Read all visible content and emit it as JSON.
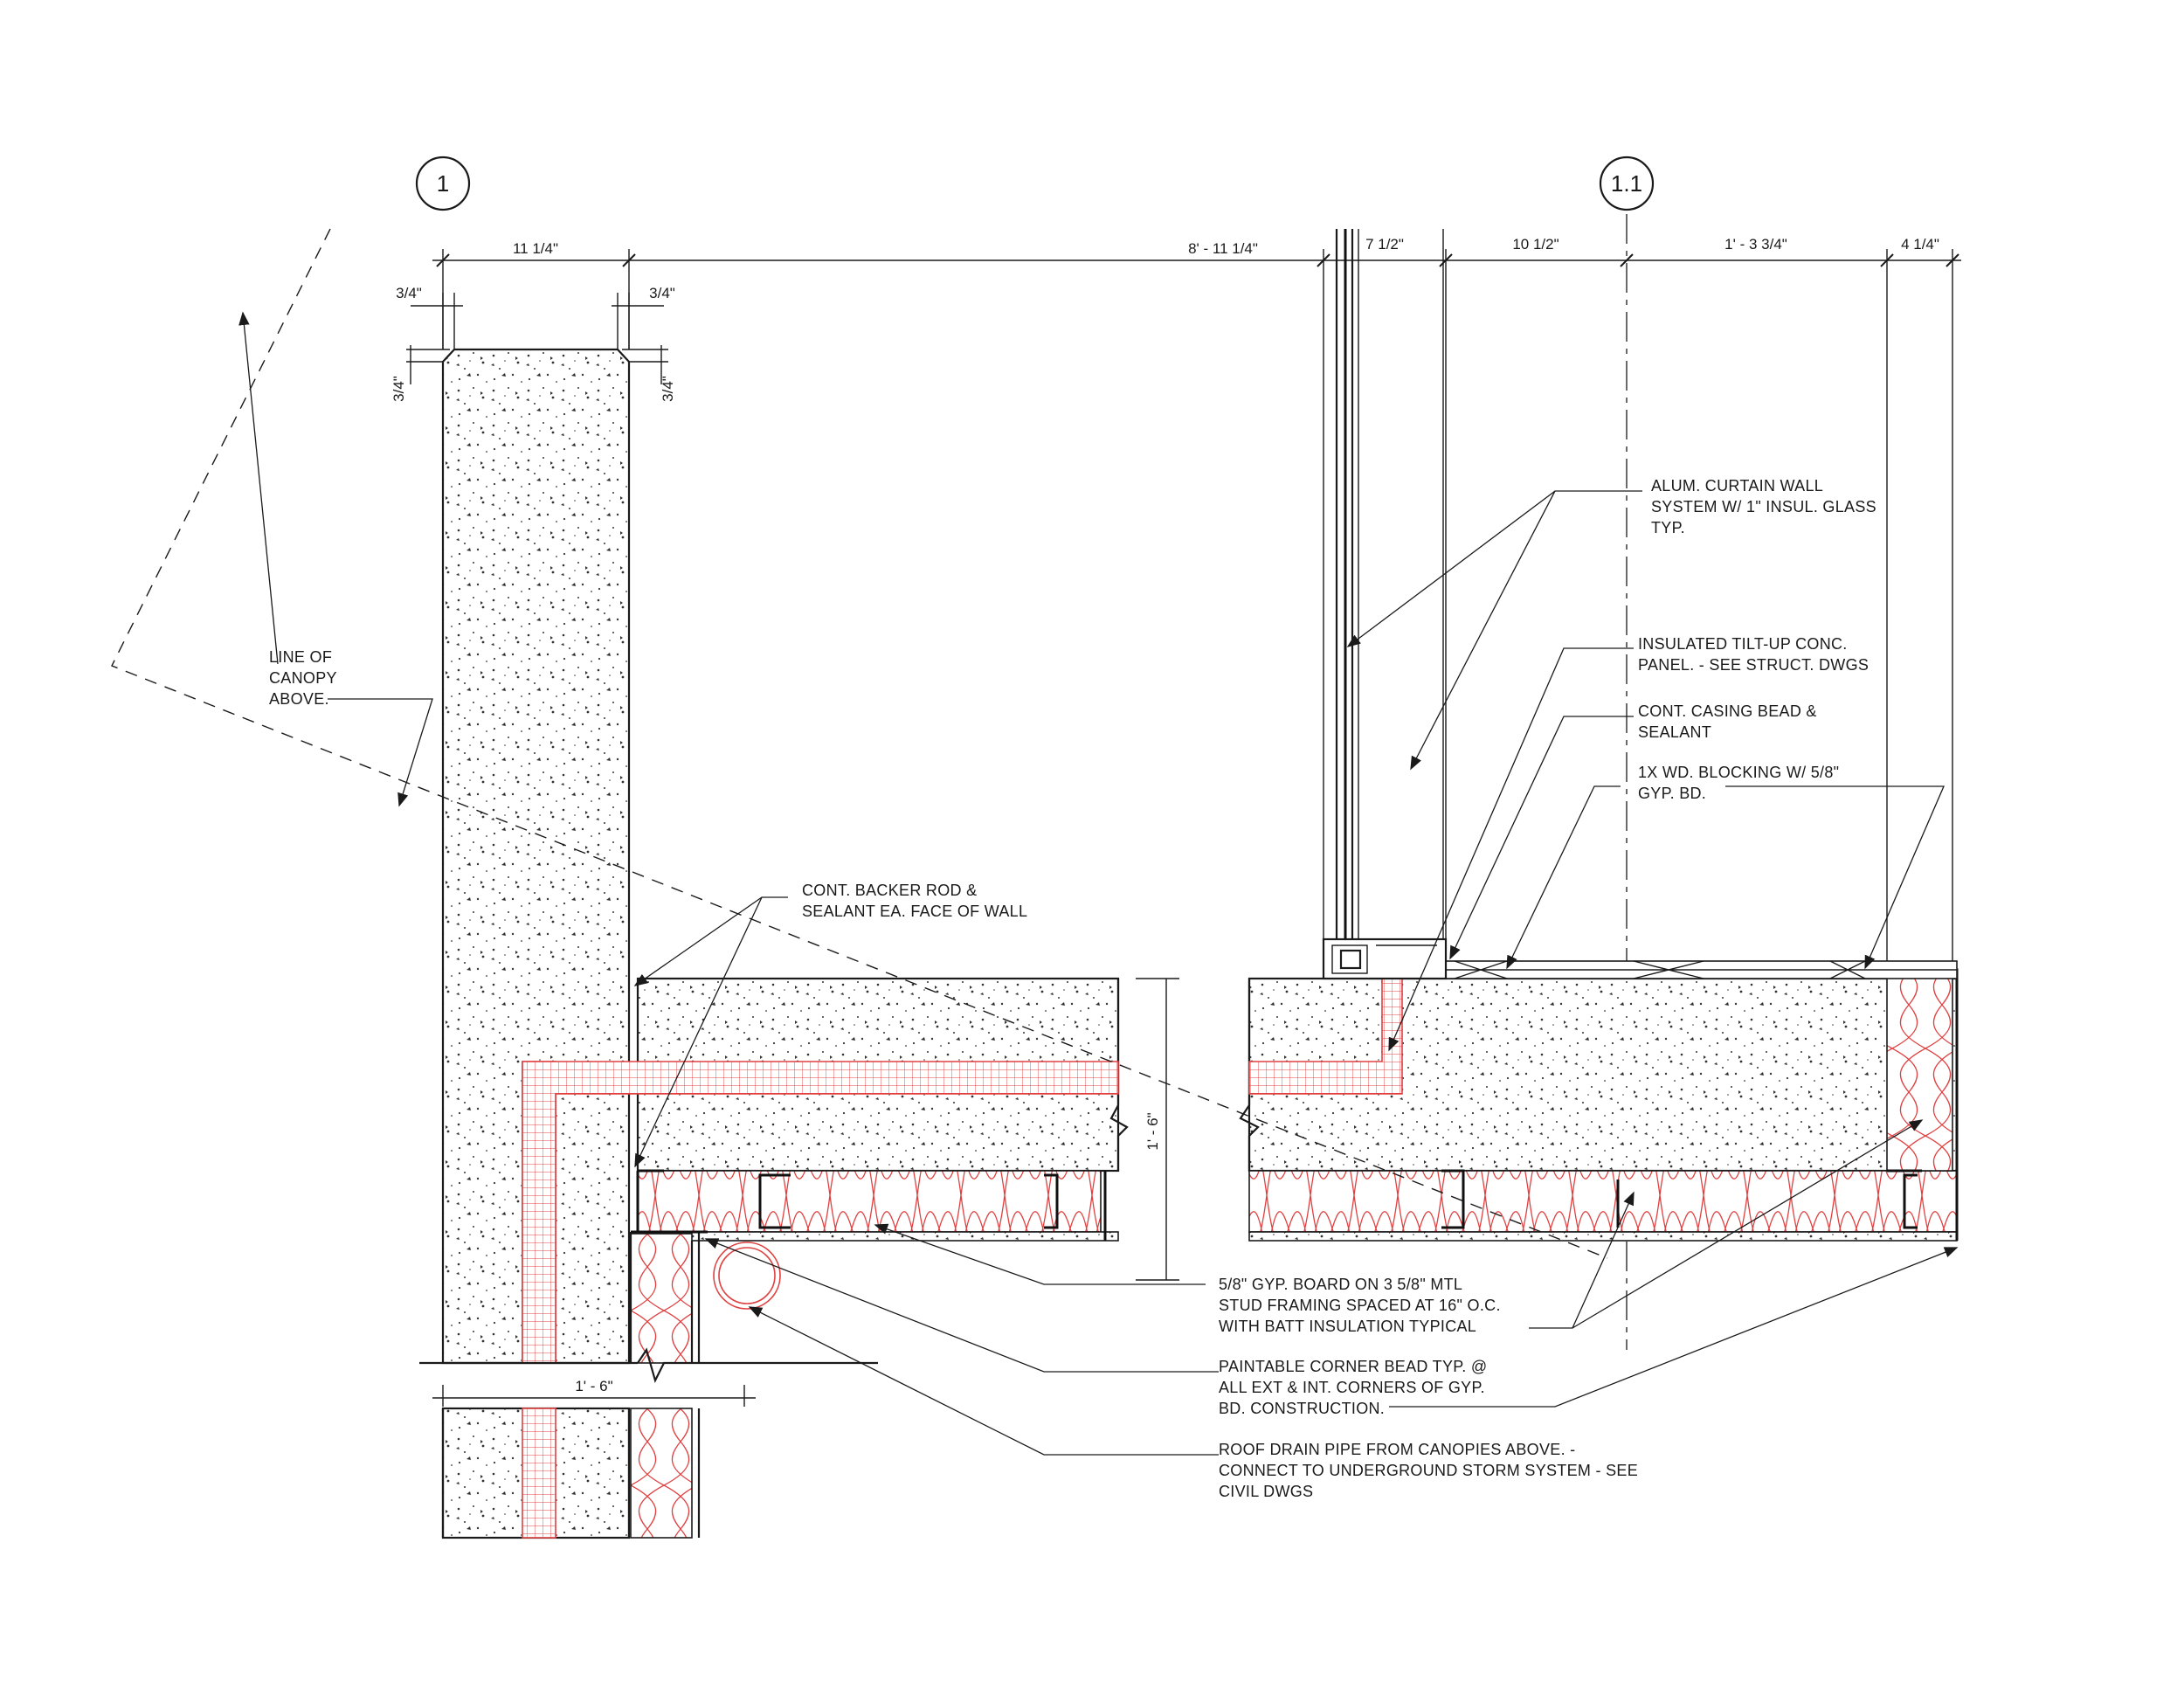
{
  "grid_tags": {
    "left": "1",
    "right": "1.1"
  },
  "dimensions": {
    "top_left_width": "11 1/4\"",
    "overall_span": "8' - 11 1/4\"",
    "cw_width": "7 1/2\"",
    "to_centerline": "10 1/2\"",
    "panel_segment": "1' - 3 3/4\"",
    "end_segment": "4 1/4\"",
    "chamfer_left_top": "3/4\"",
    "chamfer_right_top": "3/4\"",
    "chamfer_left_side": "3/4\"",
    "chamfer_right_side": "3/4\"",
    "wall_height": "1' - 6\"",
    "bottom_width": "1' - 6\""
  },
  "notes": {
    "canopy": [
      "LINE OF",
      "CANOPY",
      "ABOVE."
    ],
    "backer_rod": [
      "CONT. BACKER ROD &",
      "SEALANT EA. FACE OF WALL"
    ],
    "curtain_wall": [
      "ALUM. CURTAIN WALL",
      "SYSTEM W/ 1\" INSUL. GLASS",
      "TYP."
    ],
    "tilt_up": [
      "INSULATED TILT-UP CONC.",
      "PANEL. - SEE STRUCT. DWGS"
    ],
    "casing_bead": [
      "CONT.  CASING BEAD &",
      "SEALANT"
    ],
    "blocking": [
      "1X WD. BLOCKING W/ 5/8\"",
      "GYP. BD."
    ],
    "gyp_board": [
      "5/8\" GYP. BOARD ON 3 5/8\" MTL",
      "STUD FRAMING SPACED AT 16\" O.C.",
      "WITH BATT INSULATION TYPICAL"
    ],
    "corner_bead": [
      "PAINTABLE CORNER BEAD TYP. @",
      "ALL EXT & INT. CORNERS OF GYP.",
      "BD. CONSTRUCTION."
    ],
    "roof_drain": [
      "ROOF DRAIN PIPE FROM CANOPIES ABOVE. -",
      "CONNECT TO UNDERGROUND STORM SYSTEM - SEE",
      "CIVIL DWGS"
    ]
  },
  "colors": {
    "line": "#1a1a1a",
    "insulation_red": "#e04040"
  }
}
